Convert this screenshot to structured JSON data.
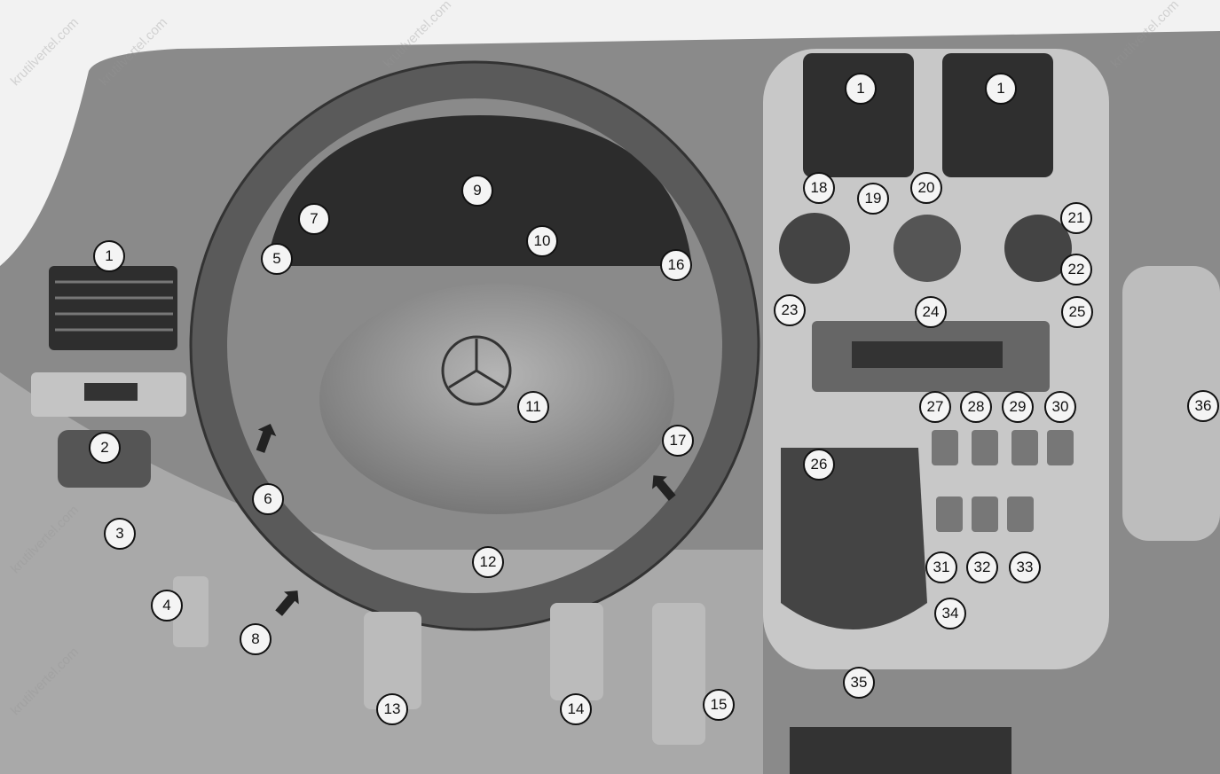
{
  "watermark": "krutilvertel.com",
  "callouts": [
    "1",
    "1",
    "1",
    "2",
    "3",
    "4",
    "5",
    "6",
    "7",
    "8",
    "9",
    "10",
    "11",
    "12",
    "13",
    "14",
    "15",
    "16",
    "17",
    "18",
    "19",
    "20",
    "21",
    "22",
    "23",
    "24",
    "25",
    "26",
    "27",
    "28",
    "29",
    "30",
    "31",
    "32",
    "33",
    "34",
    "35",
    "36"
  ],
  "colors": {
    "dashboard": "#8a8a8a",
    "dark": "#3a3a3a",
    "light": "#c8c8c8",
    "background": "#f2f2f2"
  }
}
